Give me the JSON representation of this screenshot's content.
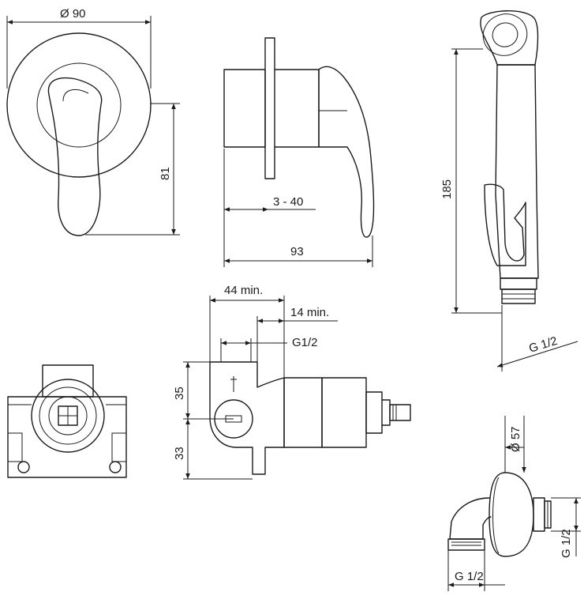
{
  "dimensions": {
    "rosette_diameter": "Ø 90",
    "height_81": "81",
    "depth_range": "3 - 40",
    "length_93": "93",
    "shower_length": "185",
    "shower_thread": "G 1/2",
    "min_44": "44 min.",
    "min_14": "14 min.",
    "body_thread": "G1/2",
    "height_35": "35",
    "height_33": "33",
    "elbow_diameter": "Ø 57",
    "elbow_thread_side": "G 1/2",
    "elbow_thread_bottom": "G 1/2"
  }
}
